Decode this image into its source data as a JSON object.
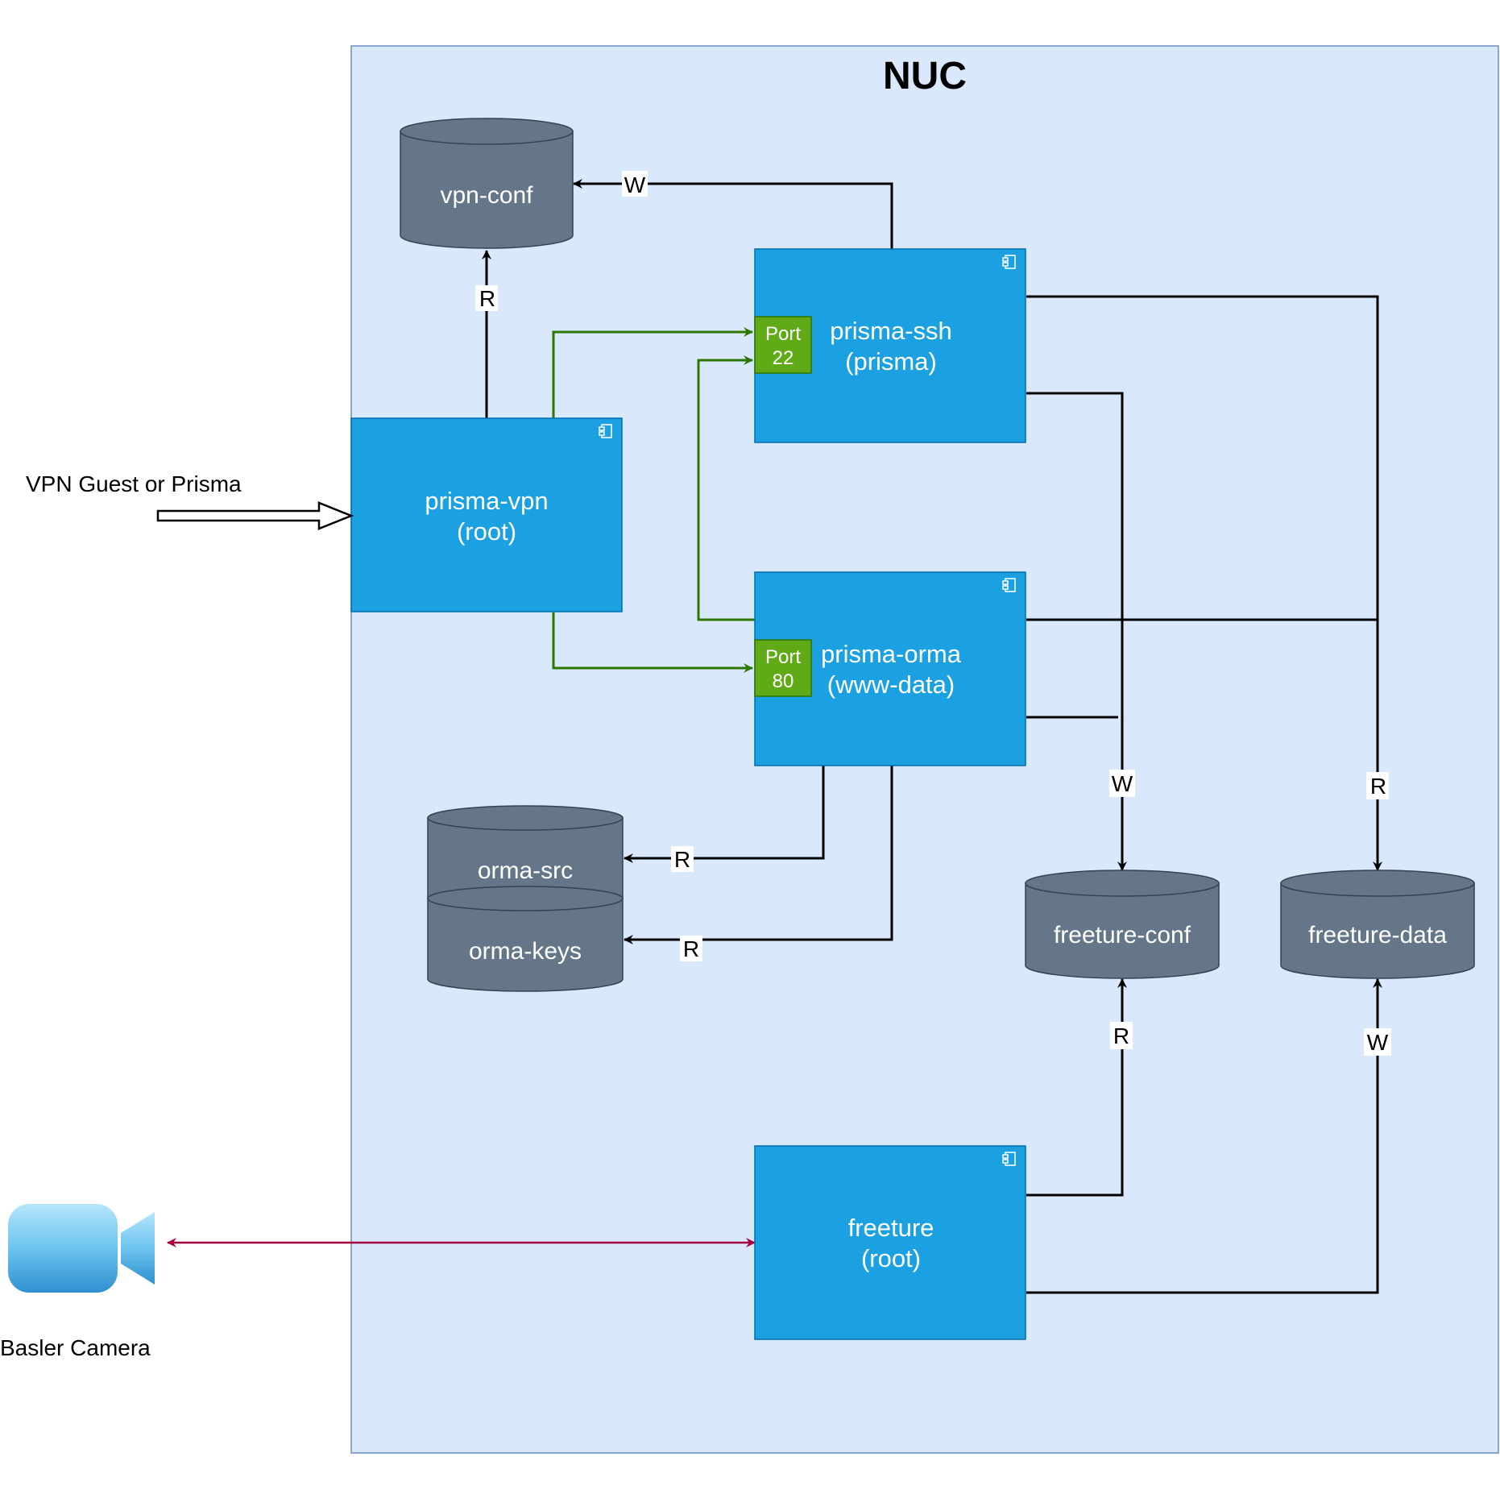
{
  "container": {
    "title": "NUC"
  },
  "components": {
    "prisma_vpn": {
      "line1": "prisma-vpn",
      "line2": "(root)"
    },
    "prisma_ssh": {
      "line1": "prisma-ssh",
      "line2": "(prisma)",
      "port_line1": "Port",
      "port_line2": "22"
    },
    "prisma_orma": {
      "line1": "prisma-orma",
      "line2": "(www-data)",
      "port_line1": "Port",
      "port_line2": "80"
    },
    "freeture": {
      "line1": "freeture",
      "line2": "(root)"
    }
  },
  "databases": {
    "vpn_conf": "vpn-conf",
    "orma_src": "orma-src",
    "orma_keys": "orma-keys",
    "freeture_conf": "freeture-conf",
    "freeture_data": "freeture-data"
  },
  "edges": {
    "ssh_to_vpnconf": "W",
    "vpn_to_vpnconf": "R",
    "orma_to_src": "R",
    "orma_to_keys": "R",
    "to_freeture_conf": "W",
    "to_freeture_data": "R",
    "freeture_to_conf": "R",
    "freeture_to_data": "W"
  },
  "external": {
    "vpn_guest": "VPN Guest or Prisma",
    "camera": "Basler Camera"
  },
  "colors": {
    "container_fill": "#dae8fc",
    "container_stroke": "#6c8ebf",
    "component_fill": "#1ba1e2",
    "component_stroke": "#006eaf",
    "port_fill": "#60a917",
    "port_stroke": "#2d7600",
    "database_fill": "#647687",
    "database_stroke": "#314354",
    "green_edge": "#2d7600",
    "camera_link": "#a50040"
  },
  "icons": {
    "component": "component-icon",
    "camera": "video-camera-icon",
    "arrow": "hollow-arrow-icon"
  }
}
